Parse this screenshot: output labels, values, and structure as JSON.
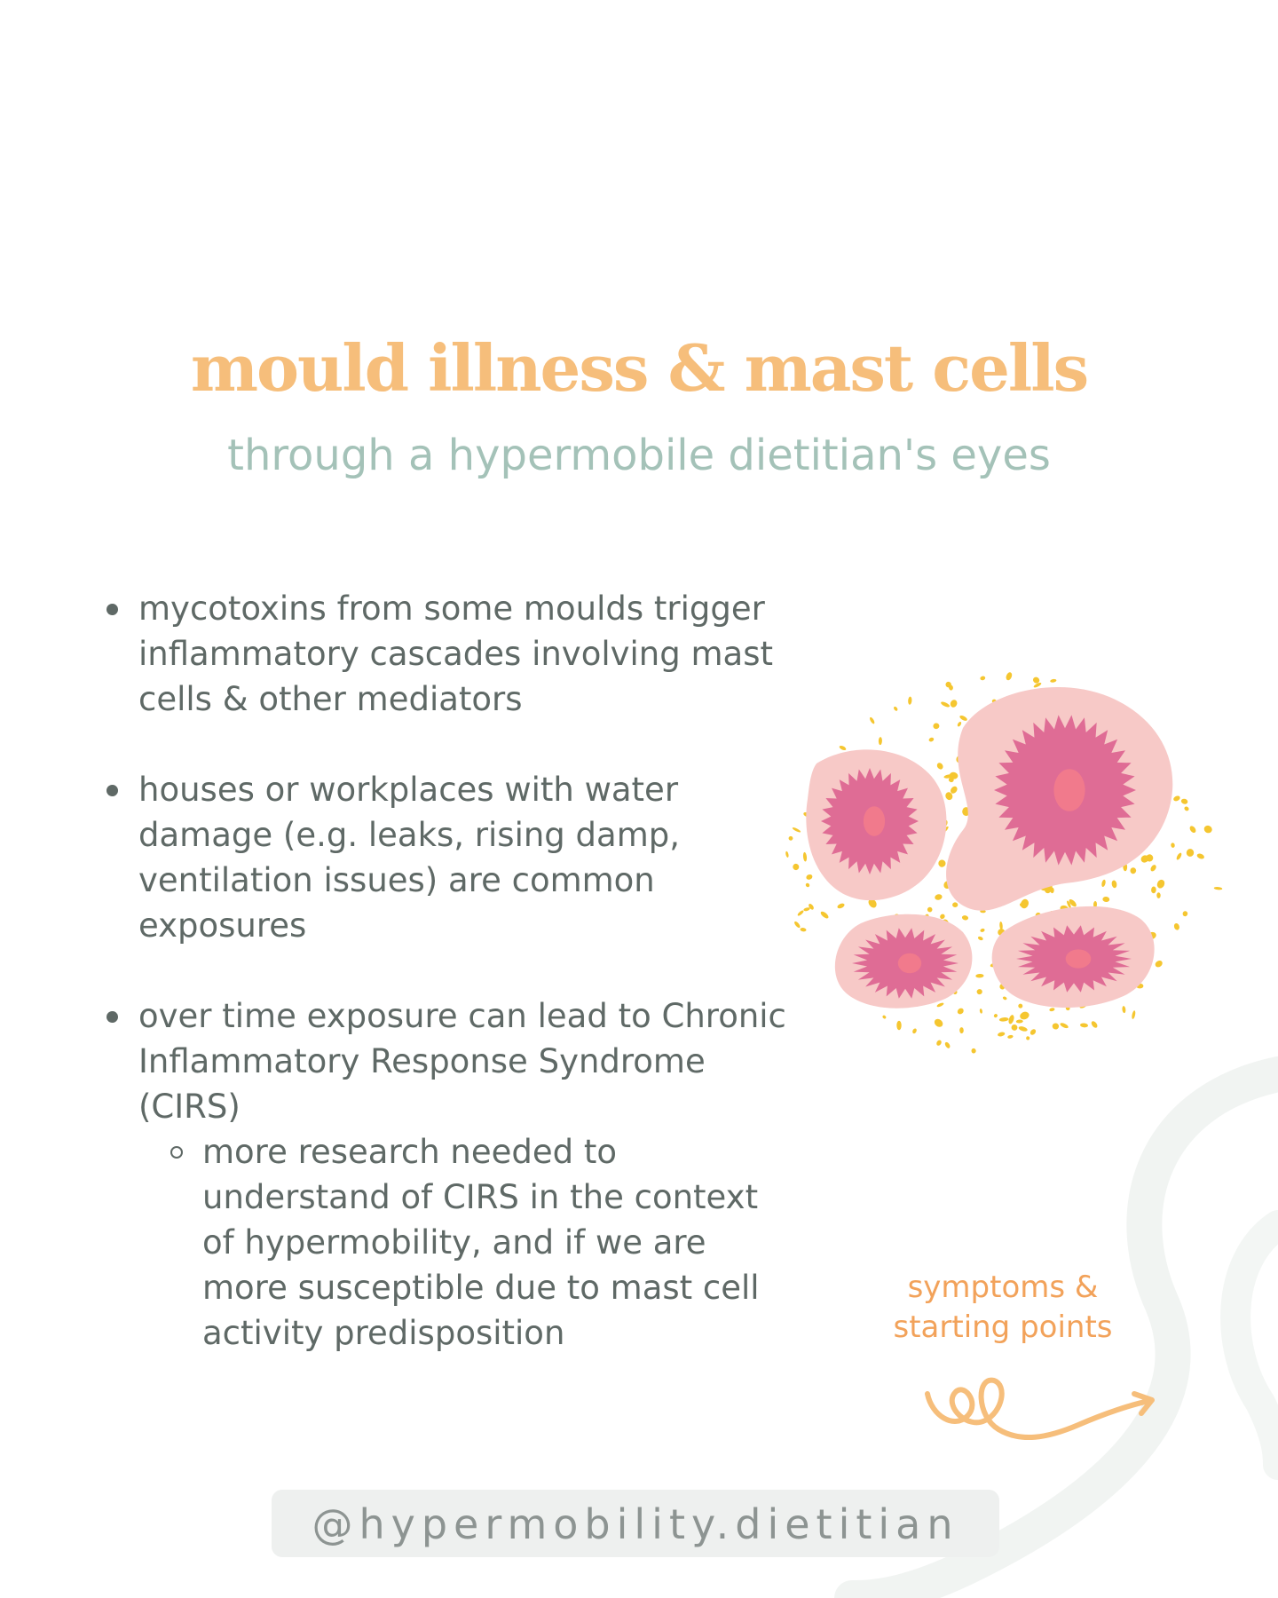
{
  "title": "mould illness & mast cells",
  "subtitle": "through a hypermobile dietitian's eyes",
  "bullets": [
    "mycotoxins from some moulds trigger inflammatory cascades involving mast cells & other mediators",
    "houses or workplaces with water damage (e.g. leaks, rising damp, ventilation issues) are common exposures",
    "over time exposure can lead to Chronic Inflammatory Response Syndrome (CIRS)"
  ],
  "sub_bullet": "more research needed to understand of CIRS in the context of hypermobility, and if we are more susceptible due to mast cell activity predisposition",
  "cta": {
    "line1": "symptoms &",
    "line2": "starting points"
  },
  "handle": "@hypermobility.dietitian",
  "colors": {
    "title": "#f6be7b",
    "subtitle": "#a4c2b8",
    "body_text": "#5f6966",
    "cta": "#f2a25a",
    "cell_outer": "#f7c9c7",
    "cell_core": "#df6c95",
    "nucleus": "#f17a8c",
    "speckles": "#f5c630"
  },
  "icons": {
    "illustration": "mast-cells-illustration-icon",
    "arrow": "curly-arrow-icon"
  }
}
